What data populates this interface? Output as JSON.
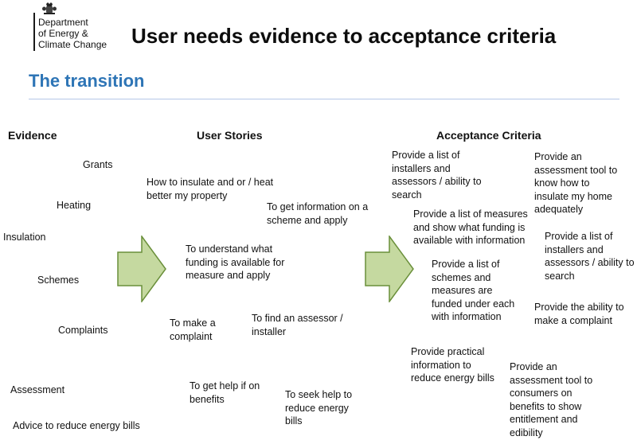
{
  "logo": {
    "department_lines": [
      "Department",
      "of Energy &",
      "Climate Change"
    ],
    "crest_icon": "royal-crest-icon"
  },
  "slide": {
    "title": "User needs evidence to acceptance criteria",
    "subtitle": "The transition",
    "accent_color": "#2e75b6",
    "arrow_color": "#c5d9a0"
  },
  "columns": {
    "evidence": "Evidence",
    "user_stories": "User Stories",
    "acceptance_criteria": "Acceptance Criteria"
  },
  "evidence": [
    "Grants",
    "Heating",
    "Insulation",
    "Schemes",
    "Complaints",
    "Assessment",
    "Advice to reduce energy bills"
  ],
  "user_stories": [
    "How to insulate and or / heat better my property",
    "To get information on a scheme and apply",
    "To understand what funding is available for measure and apply",
    "To make a complaint",
    "To find an assessor / installer",
    "To get help if on benefits",
    "To seek help to reduce energy bills"
  ],
  "acceptance_criteria": [
    "Provide a list of installers and assessors / ability to search",
    "Provide an assessment tool to know how to insulate my home adequately",
    "Provide a list of measures and show what funding is available with information",
    "Provide a list of installers and assessors / ability to search",
    "Provide a list of schemes and measures are funded under each with information",
    "Provide the ability to make a complaint",
    "Provide practical information to reduce energy bills",
    "Provide an assessment tool to consumers on benefits to show entitlement and edibility"
  ]
}
